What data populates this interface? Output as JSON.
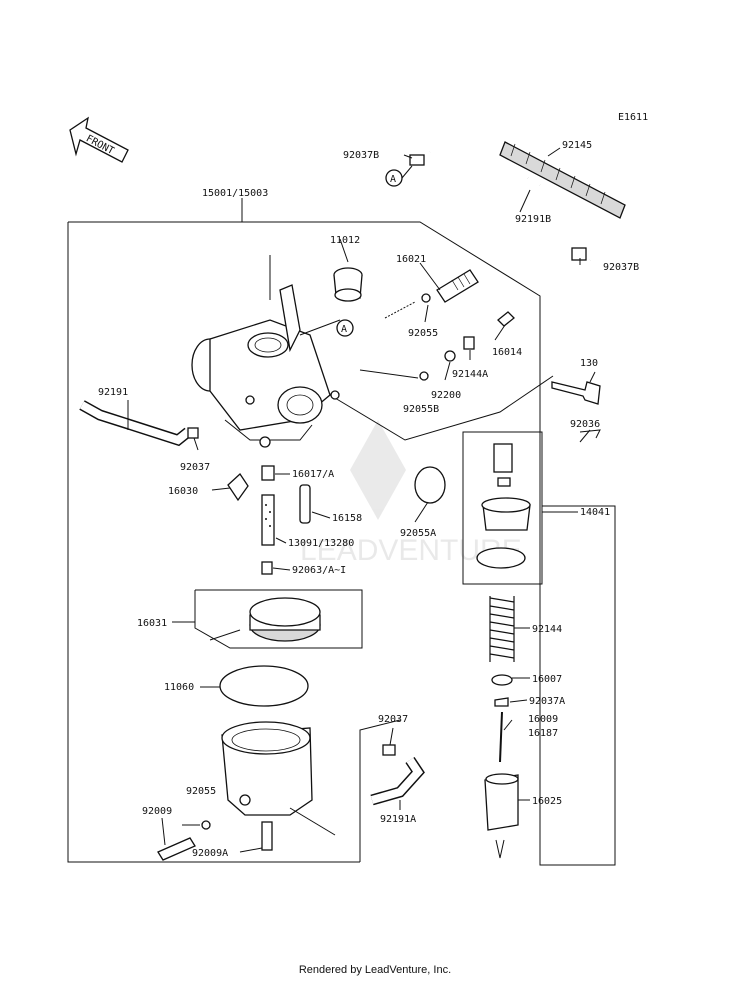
{
  "diagram": {
    "code": "E1611",
    "front_label": "FRONT",
    "footer": "Rendered by LeadVenture, Inc.",
    "watermark": "LEADVENTURE",
    "callout_a": "A",
    "labels": {
      "p92037B_top": "92037B",
      "p92145": "92145",
      "p92191B": "92191B",
      "p92037B_right": "92037B",
      "p15001": "15001/15003",
      "p11012": "11012",
      "p16021": "16021",
      "p92055": "92055",
      "p16014": "16014",
      "p92144A": "92144A",
      "p92200": "92200",
      "p92055B": "92055B",
      "p130": "130",
      "p92191": "92191",
      "p92037_left": "92037",
      "p16017": "16017/A",
      "p16030": "16030",
      "p16158": "16158",
      "p13091": "13091/13280",
      "p92063": "92063/A~I",
      "p92055A": "92055A",
      "p92036": "92036",
      "p14041": "14041",
      "p16031": "16031",
      "p92144": "92144",
      "p11060": "11060",
      "p16007": "16007",
      "p92037A": "92037A",
      "p16009": "16009",
      "p16187": "16187",
      "p92037_mid": "92037",
      "p92055_low": "92055",
      "p92009": "92009",
      "p92191A": "92191A",
      "p16025": "16025",
      "p92009A": "92009A"
    }
  }
}
